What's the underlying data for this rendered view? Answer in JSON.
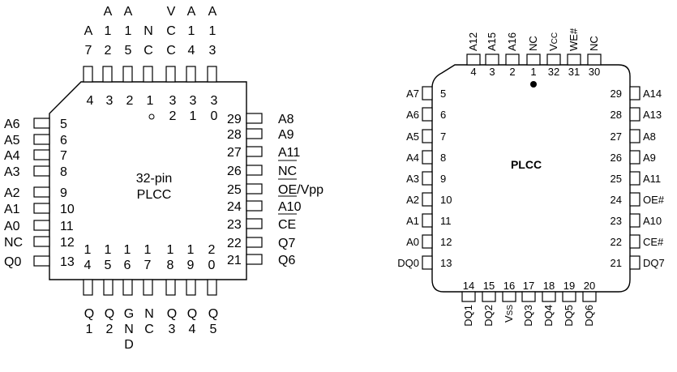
{
  "left_package": {
    "title_line1": "32-pin",
    "title_line2": "PLCC",
    "top_pins": [
      {
        "label": "A7",
        "number": "4"
      },
      {
        "label": "A12",
        "number": "3"
      },
      {
        "label": "A15",
        "number": "2"
      },
      {
        "label": "NC",
        "number": "1"
      },
      {
        "label": "VCC",
        "number": "32"
      },
      {
        "label": "A14",
        "number": "31"
      },
      {
        "label": "A13",
        "number": "30"
      }
    ],
    "left_pins": [
      {
        "label": "A6",
        "number": "5"
      },
      {
        "label": "A5",
        "number": "6"
      },
      {
        "label": "A4",
        "number": "7"
      },
      {
        "label": "A3",
        "number": "8"
      },
      {
        "label": "A2",
        "number": "9"
      },
      {
        "label": "A1",
        "number": "10"
      },
      {
        "label": "A0",
        "number": "11"
      },
      {
        "label": "NC",
        "number": "12"
      },
      {
        "label": "Q0",
        "number": "13"
      }
    ],
    "right_pins": [
      {
        "label": "A8",
        "number": "29"
      },
      {
        "label": "A9",
        "number": "28"
      },
      {
        "label": "A11",
        "number": "27"
      },
      {
        "label": "NC",
        "number": "26"
      },
      {
        "label": "OE/Vpp",
        "number": "25"
      },
      {
        "label": "A10",
        "number": "24"
      },
      {
        "label": "CE",
        "number": "23"
      },
      {
        "label": "Q7",
        "number": "22"
      },
      {
        "label": "Q6",
        "number": "21"
      }
    ],
    "bottom_pins": [
      {
        "label": "Q1",
        "number": "14"
      },
      {
        "label": "Q2",
        "number": "15"
      },
      {
        "label": "GND",
        "number": "16"
      },
      {
        "label": "NC",
        "number": "17"
      },
      {
        "label": "Q3",
        "number": "18"
      },
      {
        "label": "Q4",
        "number": "19"
      },
      {
        "label": "Q5",
        "number": "20"
      }
    ]
  },
  "right_package": {
    "title": "PLCC",
    "top_pins": [
      {
        "label": "A12",
        "number": "4"
      },
      {
        "label": "A15",
        "number": "3"
      },
      {
        "label": "A16",
        "number": "2"
      },
      {
        "label": "NC",
        "number": "1"
      },
      {
        "label": "VCC",
        "number": "32"
      },
      {
        "label": "WE#",
        "number": "31"
      },
      {
        "label": "NC",
        "number": "30"
      }
    ],
    "left_pins": [
      {
        "label": "A7",
        "number": "5"
      },
      {
        "label": "A6",
        "number": "6"
      },
      {
        "label": "A5",
        "number": "7"
      },
      {
        "label": "A4",
        "number": "8"
      },
      {
        "label": "A3",
        "number": "9"
      },
      {
        "label": "A2",
        "number": "10"
      },
      {
        "label": "A1",
        "number": "11"
      },
      {
        "label": "A0",
        "number": "12"
      },
      {
        "label": "DQ0",
        "number": "13"
      }
    ],
    "right_pins": [
      {
        "label": "A14",
        "number": "29"
      },
      {
        "label": "A13",
        "number": "28"
      },
      {
        "label": "A8",
        "number": "27"
      },
      {
        "label": "A9",
        "number": "26"
      },
      {
        "label": "A11",
        "number": "25"
      },
      {
        "label": "OE#",
        "number": "24"
      },
      {
        "label": "A10",
        "number": "23"
      },
      {
        "label": "CE#",
        "number": "22"
      },
      {
        "label": "DQ7",
        "number": "21"
      }
    ],
    "bottom_pins": [
      {
        "label": "DQ1",
        "number": "14"
      },
      {
        "label": "DQ2",
        "number": "15"
      },
      {
        "label": "VSS",
        "number": "16"
      },
      {
        "label": "DQ3",
        "number": "17"
      },
      {
        "label": "DQ4",
        "number": "18"
      },
      {
        "label": "DQ5",
        "number": "19"
      },
      {
        "label": "DQ6",
        "number": "20"
      }
    ]
  }
}
